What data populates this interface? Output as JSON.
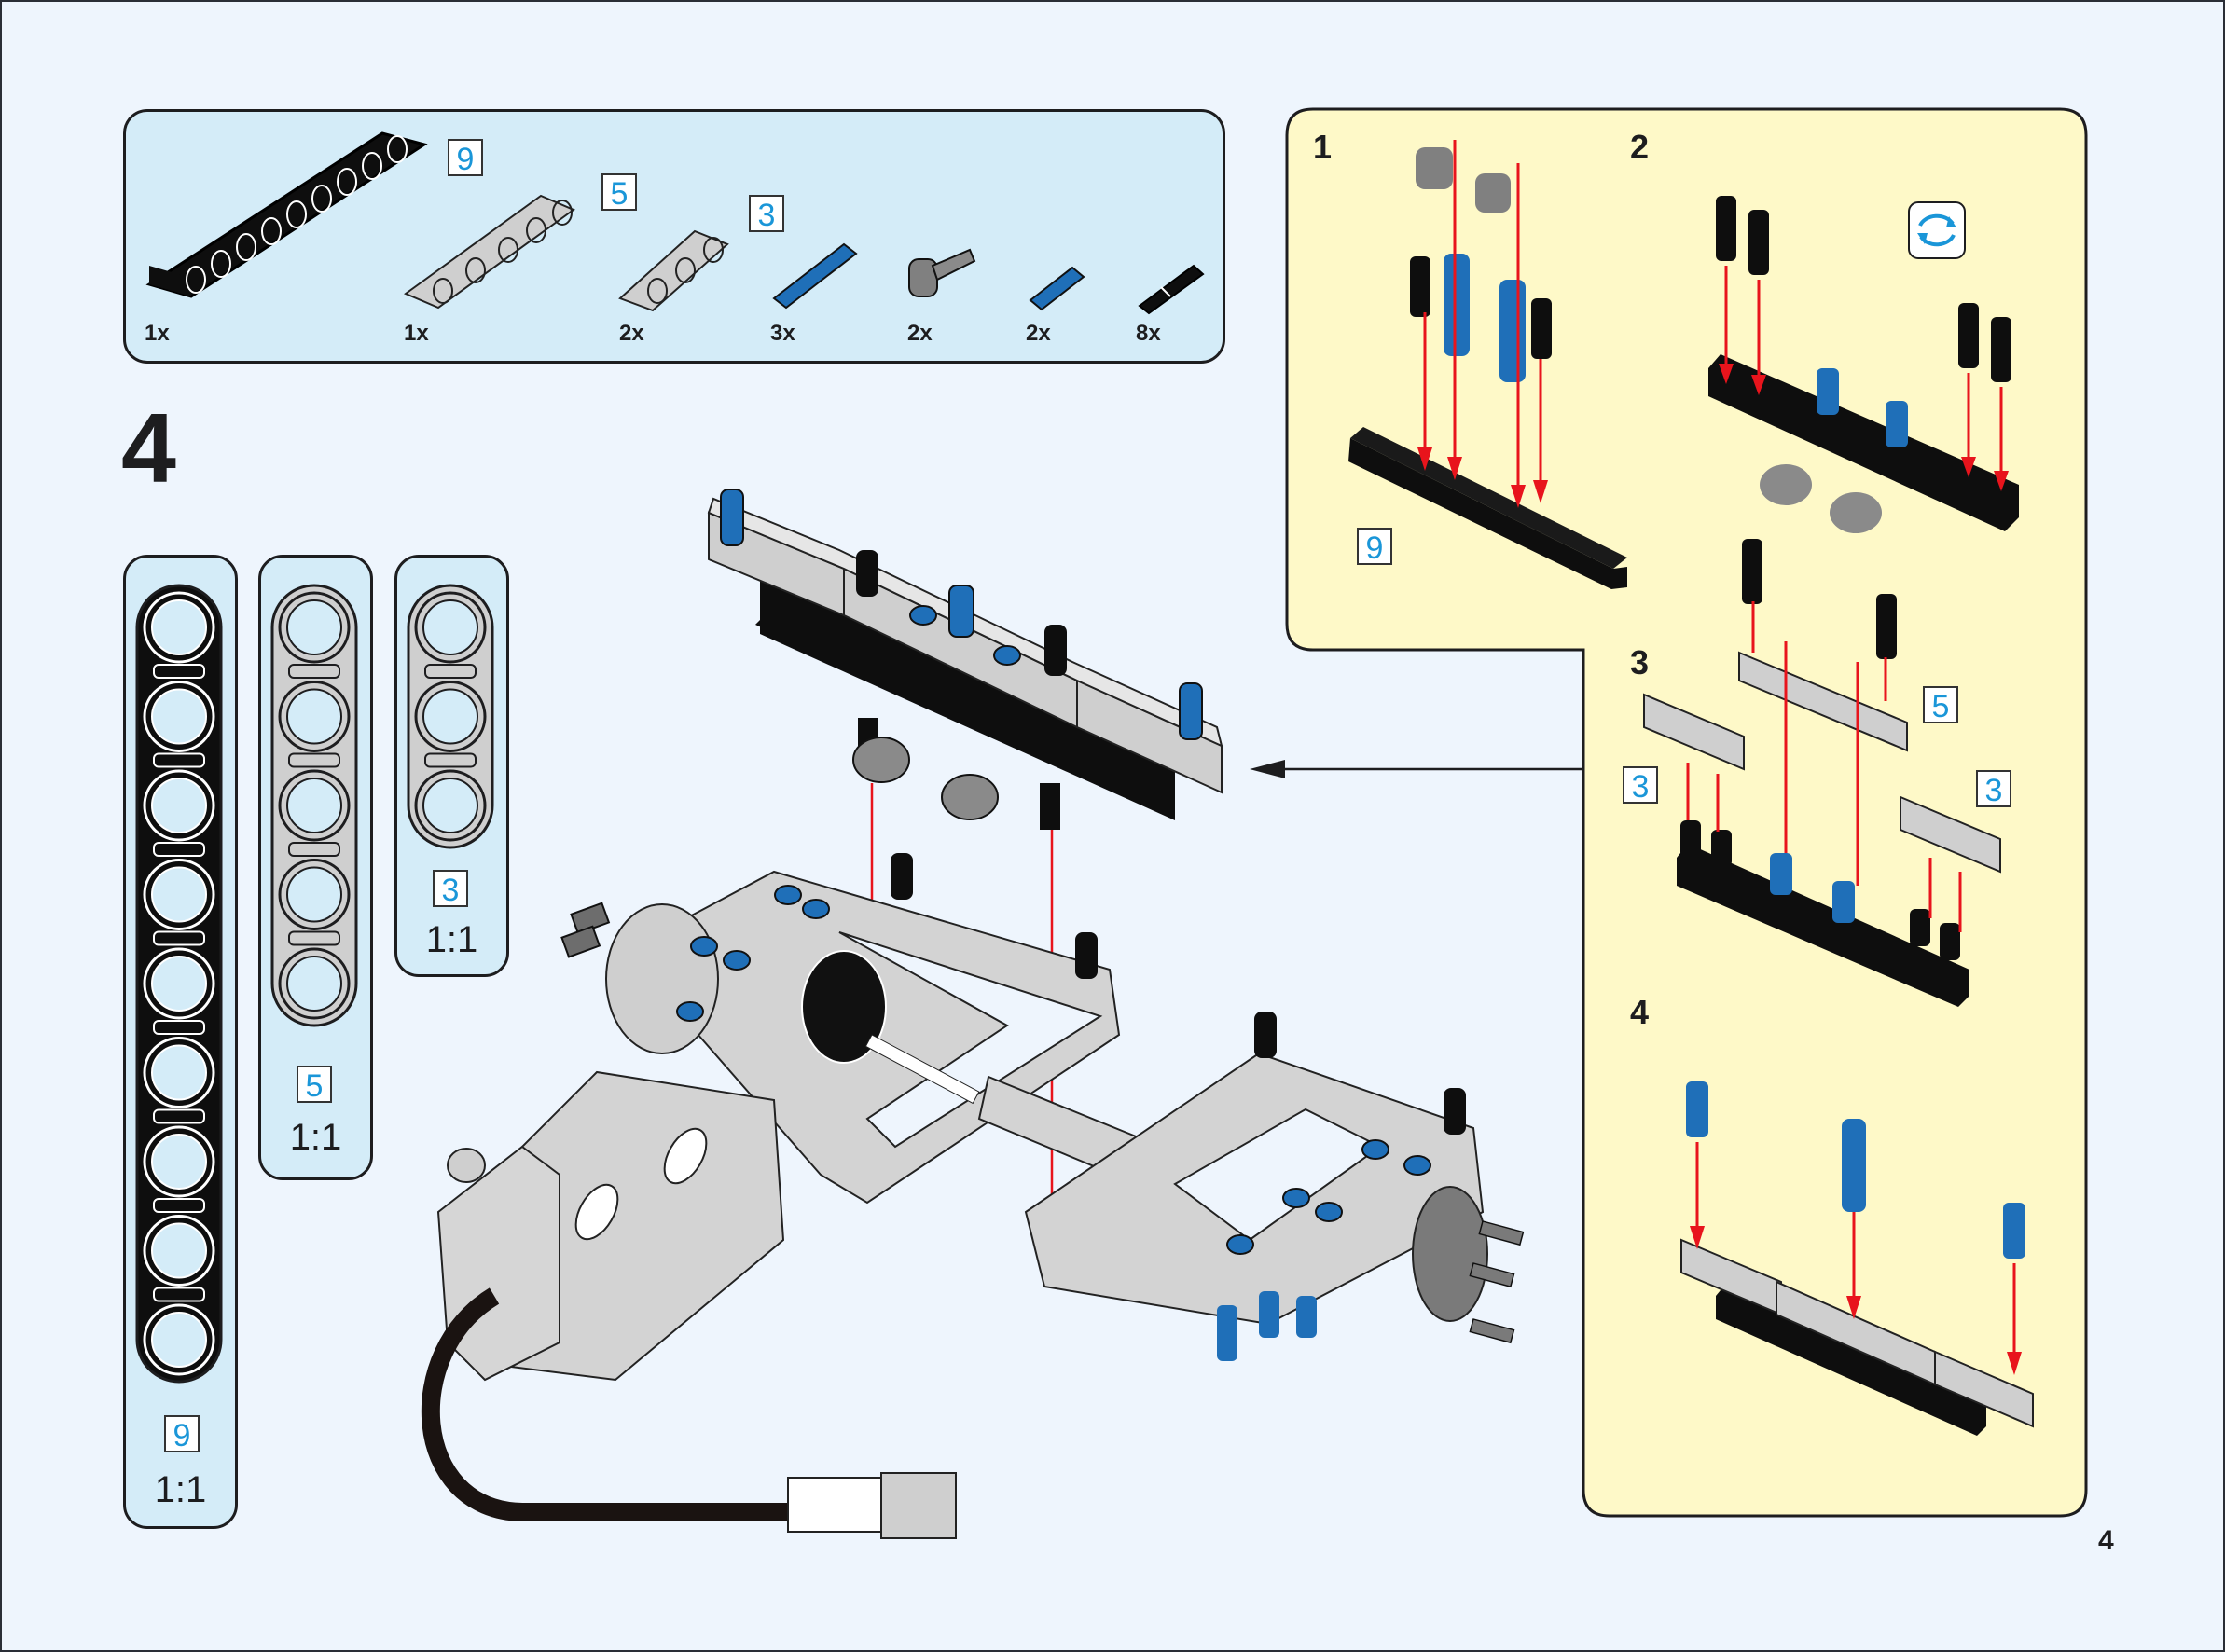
{
  "page": {
    "step_number": "4",
    "page_number": "4"
  },
  "parts_list": {
    "items": [
      {
        "part": "beam-9",
        "color": "black",
        "length_label": "9",
        "quantity": "1x"
      },
      {
        "part": "beam-5",
        "color": "light-gray",
        "length_label": "5",
        "quantity": "1x"
      },
      {
        "part": "beam-3",
        "color": "light-gray",
        "length_label": "3",
        "quantity": "2x"
      },
      {
        "part": "axle-pin-long",
        "color": "blue",
        "length_label": "",
        "quantity": "3x"
      },
      {
        "part": "pin-connector",
        "color": "dark-gray",
        "length_label": "",
        "quantity": "2x"
      },
      {
        "part": "axle-pin",
        "color": "blue",
        "length_label": "",
        "quantity": "2x"
      },
      {
        "part": "friction-pin",
        "color": "black",
        "length_label": "",
        "quantity": "8x"
      }
    ]
  },
  "scale_guides": [
    {
      "length_label": "9",
      "ratio": "1:1",
      "color": "black"
    },
    {
      "length_label": "5",
      "ratio": "1:1",
      "color": "light-gray"
    },
    {
      "length_label": "3",
      "ratio": "1:1",
      "color": "light-gray"
    }
  ],
  "sub_assembly": {
    "steps": [
      {
        "label": "1",
        "callouts": [
          "9"
        ]
      },
      {
        "label": "2",
        "icon": "rotate-icon"
      },
      {
        "label": "3",
        "callouts": [
          "5",
          "3",
          "3"
        ]
      },
      {
        "label": "4"
      }
    ]
  },
  "colors": {
    "page_bg": "#EEF5FD",
    "parts_bg": "#D4ECF8",
    "subassembly_bg": "#FEF9C8",
    "callout_text": "#1A96D8",
    "arrow_red": "#E8141C",
    "technic_blue": "#1F6FB8",
    "technic_black": "#0E0E0E",
    "technic_gray": "#CFCFCF"
  }
}
